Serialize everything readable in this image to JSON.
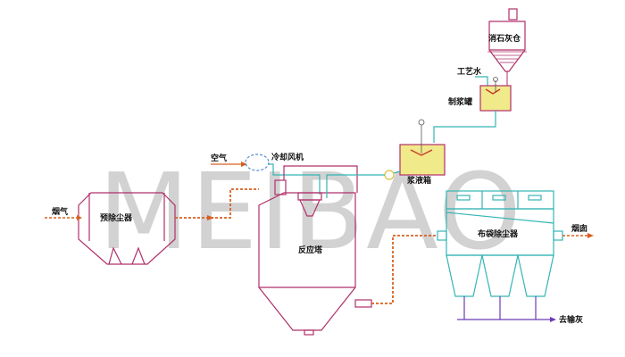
{
  "watermark": "MEIBAO",
  "labels": {
    "flue_gas": "烟气",
    "pre_dust_collector": "预除尘器",
    "air": "空气",
    "cooling_fan": "冷却风机",
    "reaction_tower": "反应塔",
    "slurry_tank": "浆液箱",
    "slaked_lime_silo": "消石灰仓",
    "process_water": "工艺水",
    "slurry_making_tank": "制浆罐",
    "baghouse": "布袋除尘器",
    "chimney": "烟囱",
    "to_ash_conveying": "去输灰"
  },
  "colors": {
    "vessel_line": "#b0306a",
    "water_line": "#35b5b5",
    "gas_flow": "#d86020",
    "ash_line": "#6a3ab5",
    "slurry_fill": "#f1ea8a",
    "watermark": "#d2d2d2"
  }
}
